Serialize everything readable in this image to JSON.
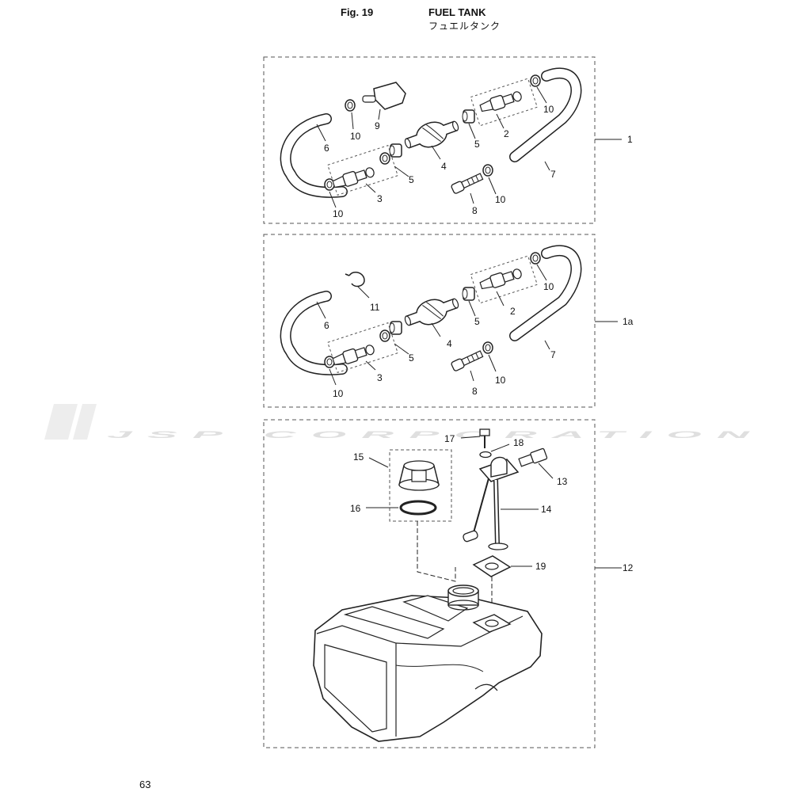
{
  "header": {
    "fig": "Fig. 19",
    "title": "FUEL TANK",
    "subtitle": "フュエルタンク"
  },
  "watermark": "JSP CORPORATION",
  "page_number": "63",
  "panels": [
    {
      "id": "1",
      "callouts": {
        "p10a": "10",
        "p9": "9",
        "p6": "6",
        "p10b": "10",
        "p3": "3",
        "p5a": "5",
        "p4": "4",
        "p5b": "5",
        "p2": "2",
        "p10c": "10",
        "p7": "7",
        "p8": "8",
        "p10d": "10"
      }
    },
    {
      "id": "1a",
      "callouts": {
        "p11": "11",
        "p6": "6",
        "p10b": "10",
        "p3": "3",
        "p5a": "5",
        "p4": "4",
        "p5b": "5",
        "p2": "2",
        "p10c": "10",
        "p7": "7",
        "p8": "8",
        "p10d": "10"
      }
    },
    {
      "id": "12",
      "callouts": {
        "p15": "15",
        "p16": "16",
        "p17": "17",
        "p18": "18",
        "p13": "13",
        "p14": "14",
        "p19": "19"
      }
    }
  ]
}
